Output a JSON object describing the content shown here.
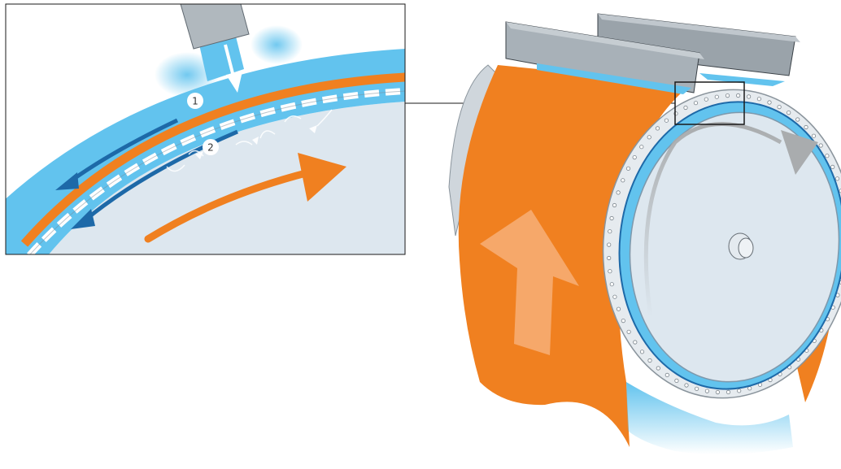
{
  "markers": {
    "one": "1",
    "two": "2"
  },
  "colors": {
    "belt_orange": "#f08020",
    "water_blue": "#62c3ee",
    "dark_blue": "#1d69a8",
    "drum_face": "#dde7ef",
    "nozzle_grey": "#a8b1b8",
    "rotation_arrow_grey": "#a9acae",
    "arrow_light_orange": "#f6a86a"
  },
  "icons": {
    "belt_motion": "arrow-up",
    "drum_rotation": "curved-arrow-clockwise",
    "flow": "arrow-left"
  }
}
